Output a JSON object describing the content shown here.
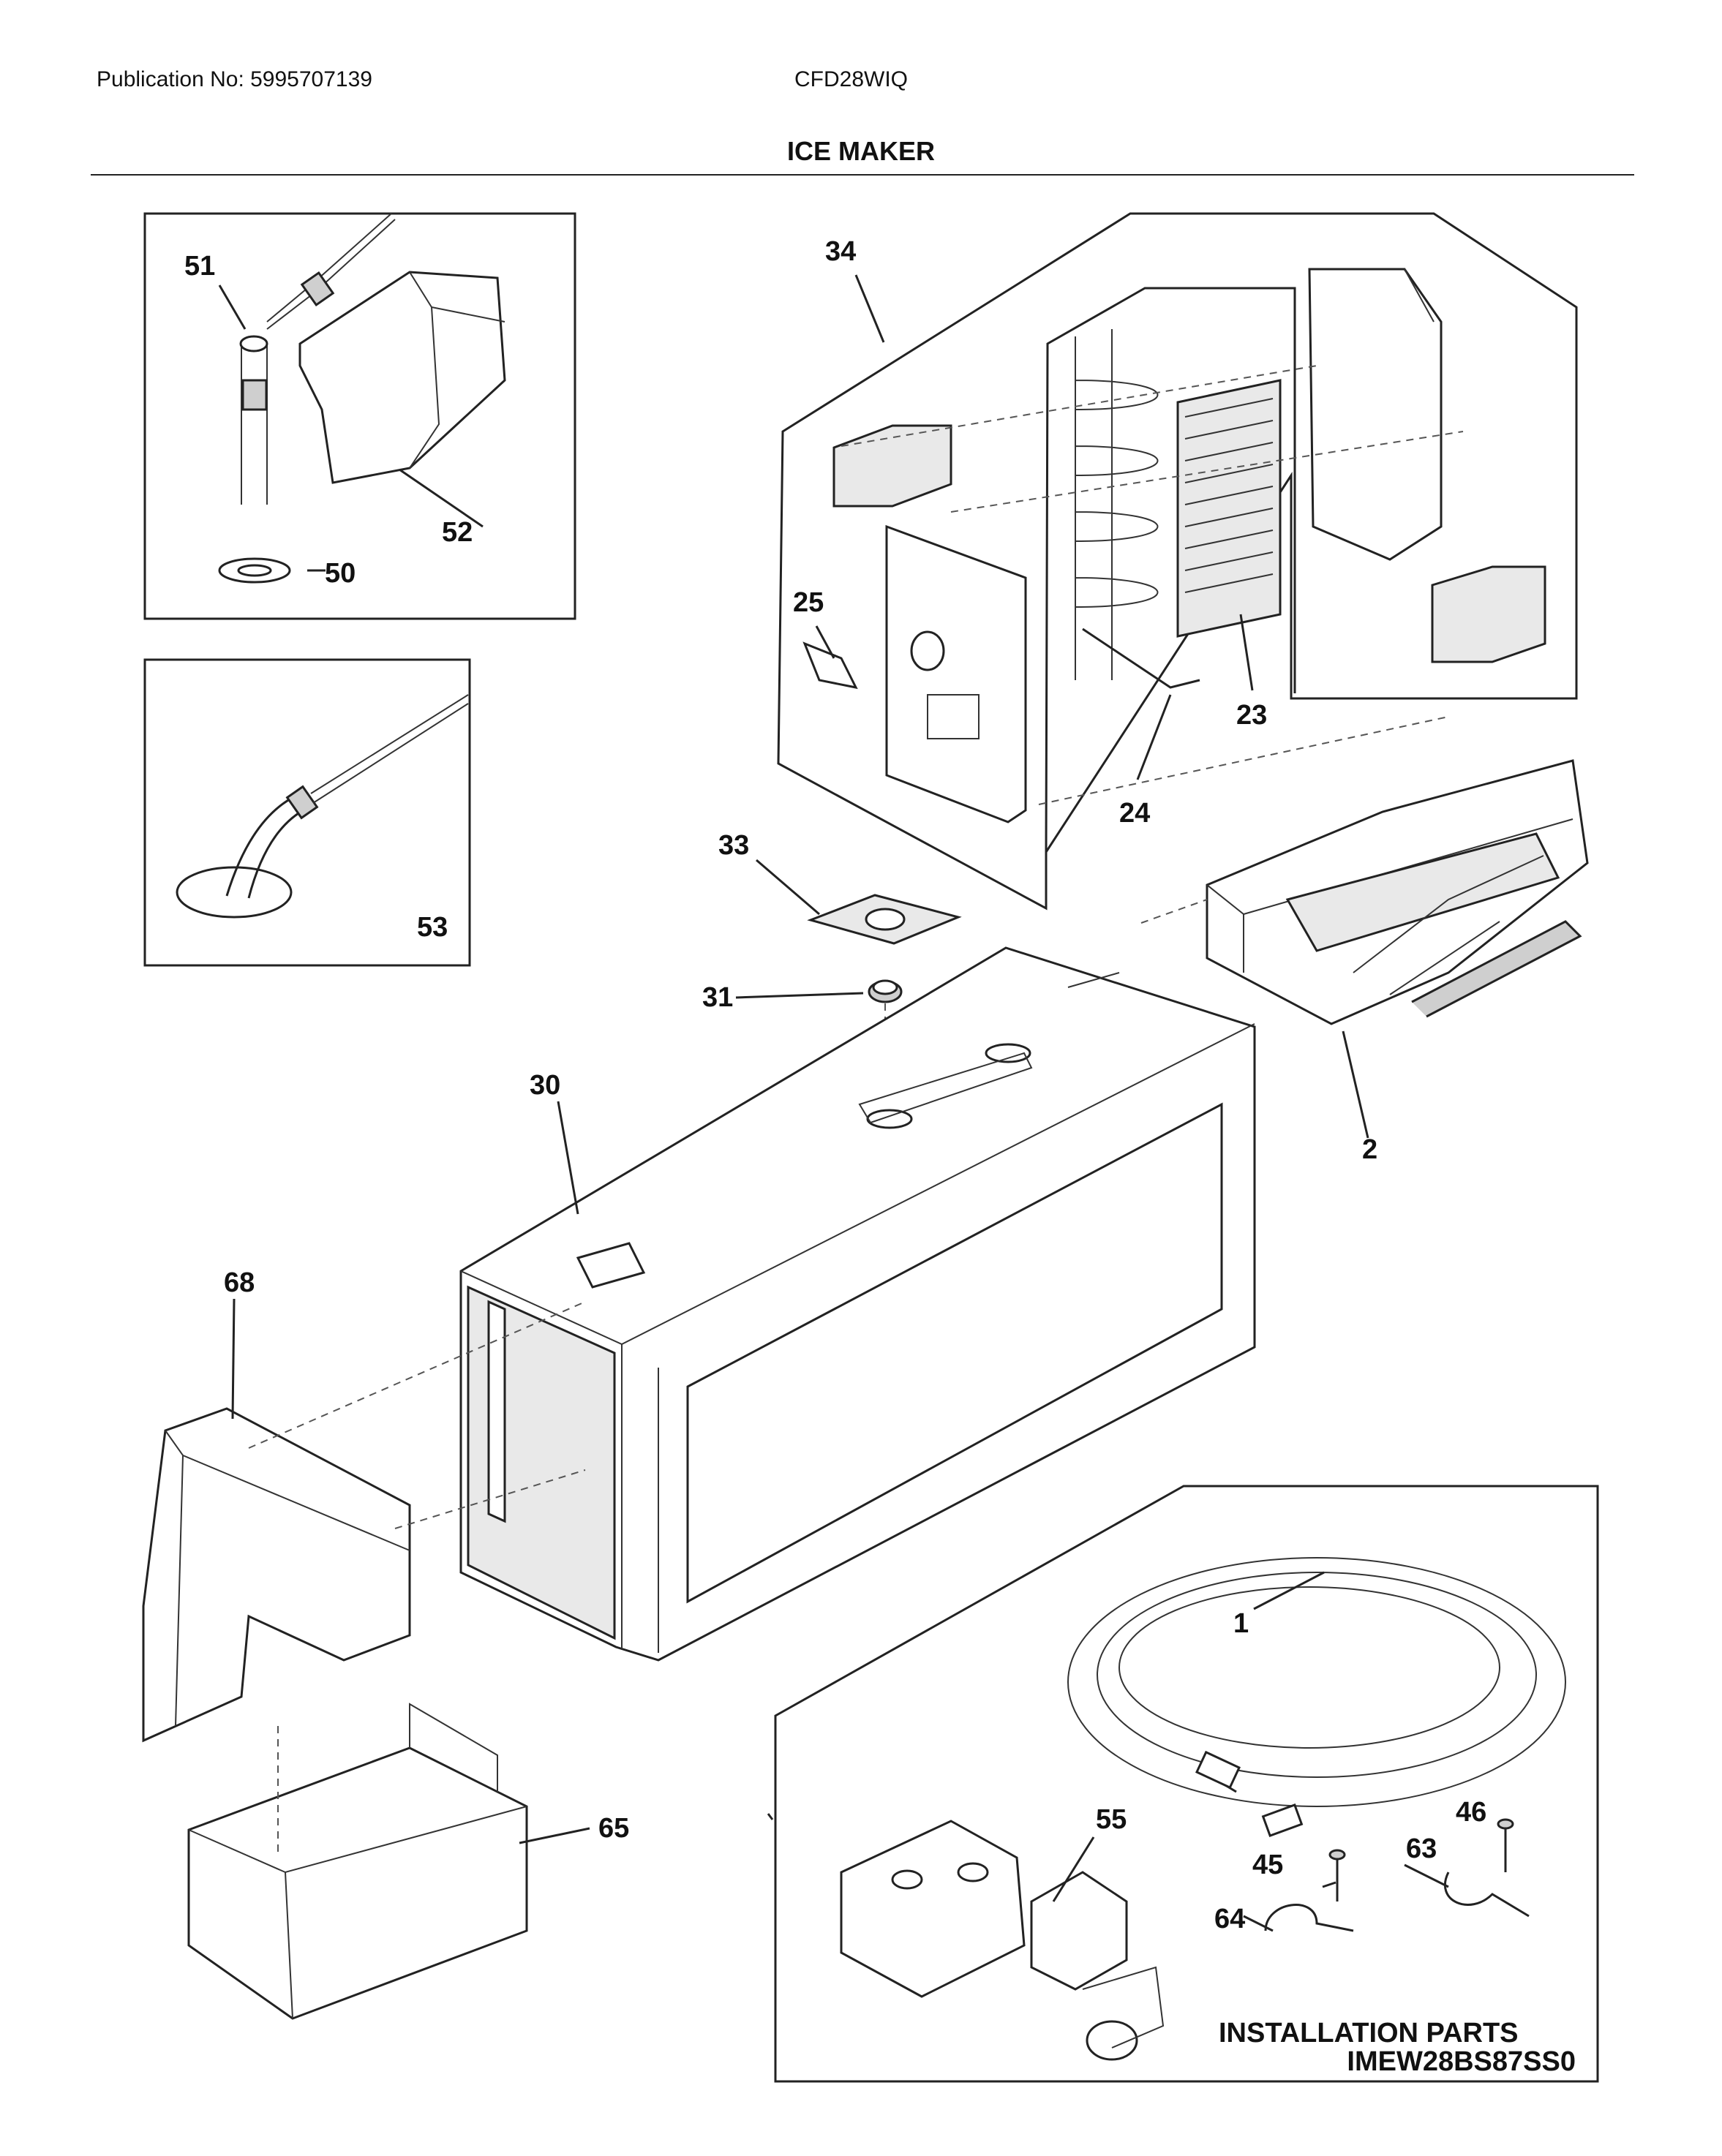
{
  "header": {
    "publication": "Publication No: 5995707139",
    "model": "CFD28WIQ",
    "title": "ICE MAKER"
  },
  "diagram_code": "IMEW28BS87SS0",
  "installation_label": "INSTALLATION PARTS",
  "callouts": {
    "c51": "51",
    "c52": "52",
    "c50": "50",
    "c53": "53",
    "c34": "34",
    "c25": "25",
    "c23": "23",
    "c24": "24",
    "c33": "33",
    "c31": "31",
    "c30": "30",
    "c2": "2",
    "c68": "68",
    "c1": "1",
    "c65": "65",
    "c55": "55",
    "c46": "46",
    "c45": "45",
    "c63": "63",
    "c64": "64"
  }
}
